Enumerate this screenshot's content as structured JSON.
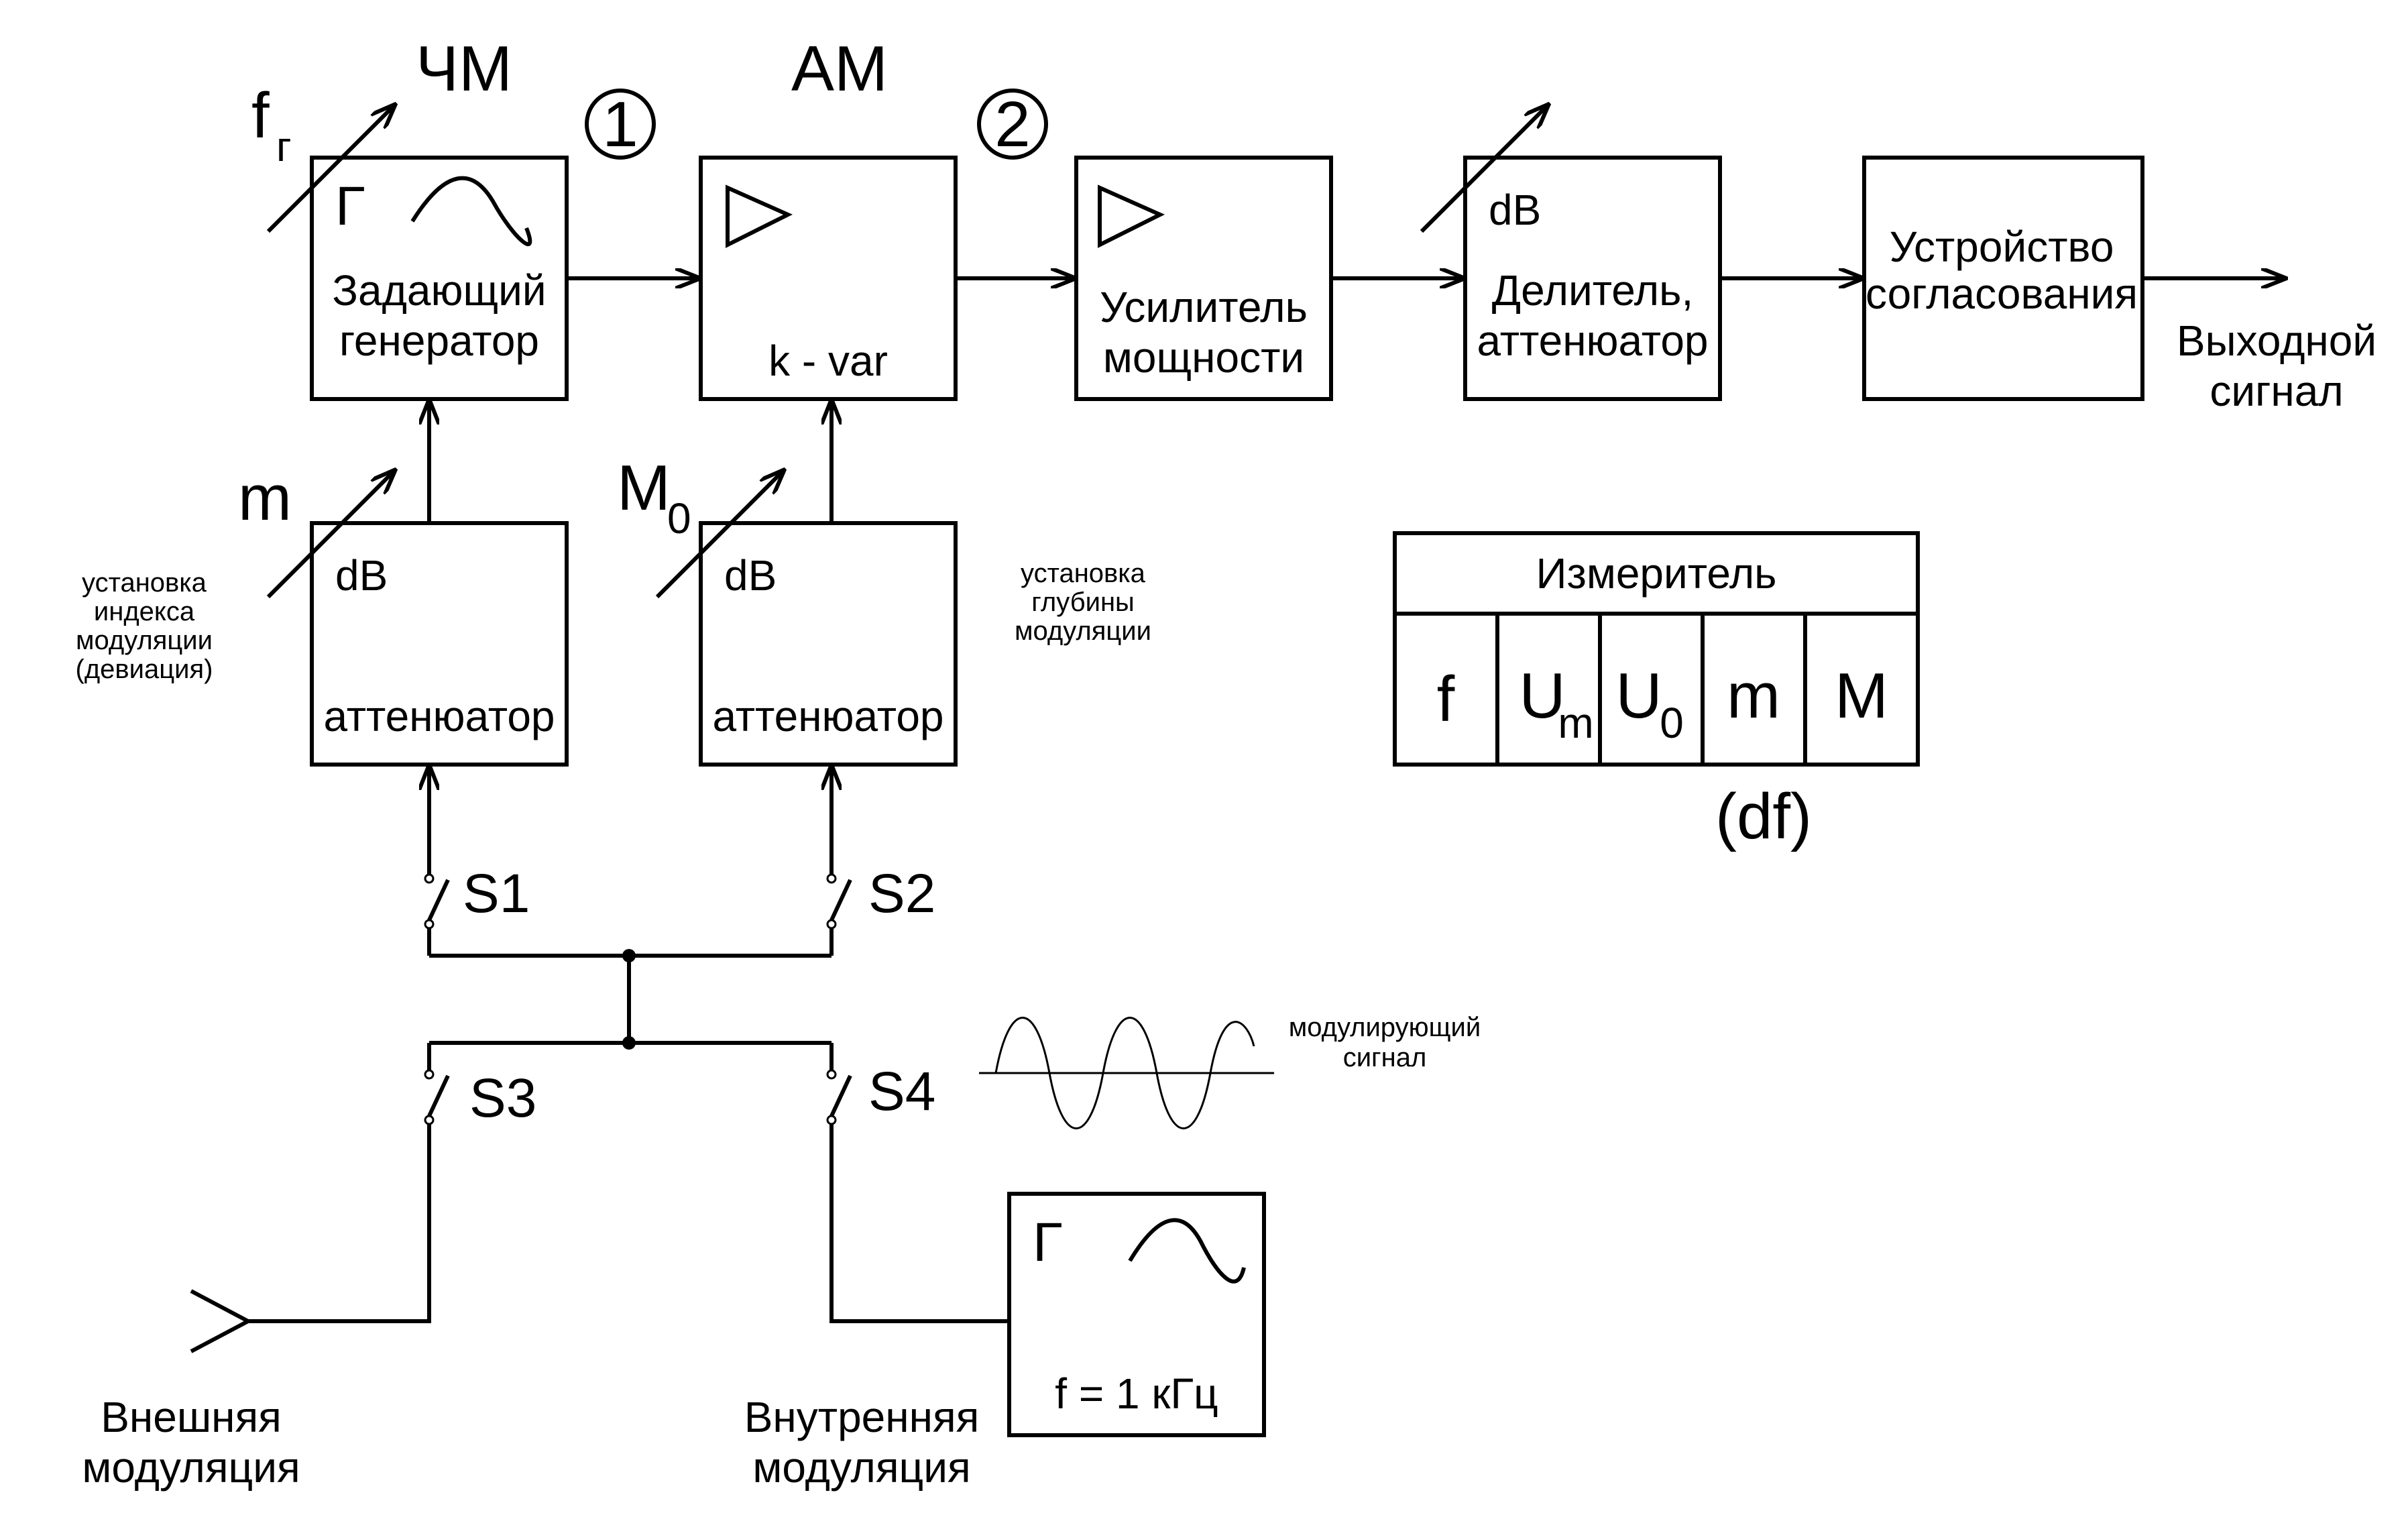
{
  "colors": {
    "line": "#000000",
    "background": "#ffffff"
  },
  "top": {
    "fm_label": "ЧМ",
    "am_label": "АМ",
    "freq_symbol": "f",
    "freq_subscript": "г",
    "point_1": "1",
    "point_2": "2"
  },
  "blocks": {
    "master_gen": {
      "symbol": "Г",
      "line1": "Задающий",
      "line2": "генератор"
    },
    "am_stage": {
      "note": "k - var"
    },
    "power_amp": {
      "line1": "Усилитель",
      "line2": "мощности"
    },
    "divider": {
      "db": "dB",
      "line1": "Делитель,",
      "line2": "аттенюатор"
    },
    "matching": {
      "line1": "Устройство",
      "line2": "согласования"
    },
    "output": {
      "line1": "Выходной",
      "line2": "сигнал"
    },
    "att_m": {
      "db": "dB",
      "label": "аттенюатор",
      "param": "m"
    },
    "att_M0": {
      "db": "dB",
      "label": "аттенюатор",
      "param": "M",
      "param_sub": "0"
    },
    "int_gen": {
      "symbol": "Г",
      "freq": "f = 1 кГц"
    }
  },
  "notes": {
    "mod_index": [
      "установка",
      "индекса",
      "модуляции",
      "(девиация)"
    ],
    "mod_depth": [
      "установка",
      "глубины",
      "модуляции"
    ],
    "mod_signal": [
      "модулирующий",
      "сигнал"
    ]
  },
  "switches": {
    "s1": "S1",
    "s2": "S2",
    "s3": "S3",
    "s4": "S4"
  },
  "inputs": {
    "external": {
      "line1": "Внешняя",
      "line2": "модуляция"
    },
    "internal": {
      "line1": "Внутренняя",
      "line2": "модуляция"
    }
  },
  "meter": {
    "title": "Измеритель",
    "cells": [
      {
        "main": "f",
        "sub": ""
      },
      {
        "main": "U",
        "sub": "m"
      },
      {
        "main": "U",
        "sub": "0"
      },
      {
        "main": "m",
        "sub": ""
      },
      {
        "main": "M",
        "sub": ""
      }
    ],
    "note": "(df)"
  }
}
